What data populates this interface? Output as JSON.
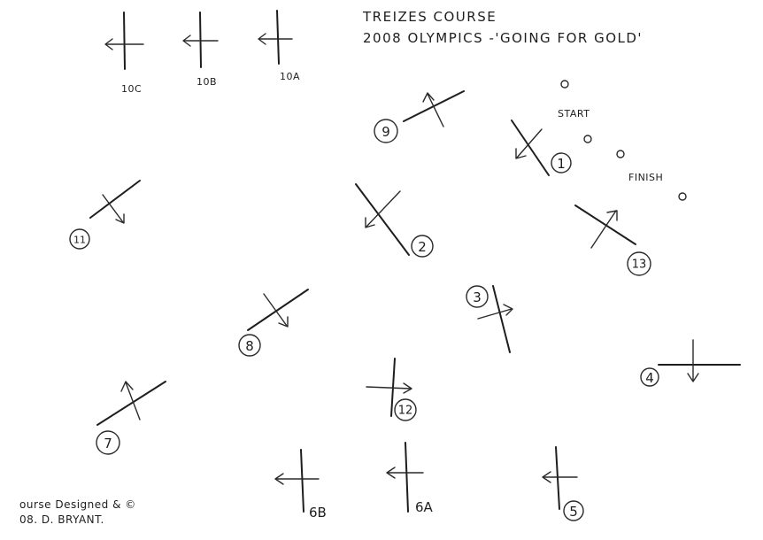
{
  "header": {
    "title": "TREIZES COURSE",
    "subtitle": "2008 OLYMPICS -'GOING FOR GOLD'"
  },
  "credit": {
    "line1": "ourse Designed & ©",
    "line2": "08. D. BRYANT."
  },
  "labels": {
    "start": "START",
    "finish": "FINISH"
  },
  "obstacles": {
    "o1": "1",
    "o2": "2",
    "o3": "3",
    "o4": "4",
    "o5": "5",
    "o6a": "6A",
    "o6b": "6B",
    "o7": "7",
    "o8": "8",
    "o9": "9",
    "o10a": "10A",
    "o10b": "10B",
    "o10c": "10C",
    "o11": "11",
    "o12": "12",
    "o13": "13"
  }
}
